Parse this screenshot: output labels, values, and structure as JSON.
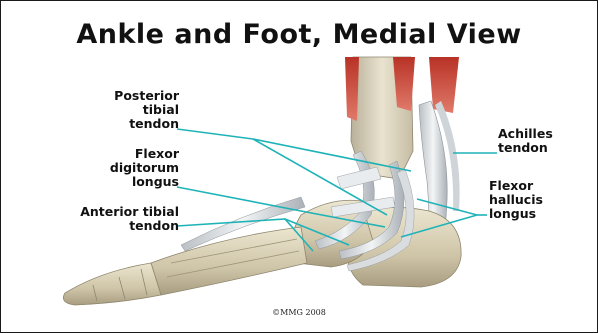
{
  "title": "Ankle and Foot, Medial View",
  "labels": {
    "posterior_tibial": [
      "Posterior",
      "tibial",
      "tendon"
    ],
    "flexor_digitorum": [
      "Flexor",
      "digitorum",
      "longus"
    ],
    "anterior_tibial": [
      "Anterior tibial",
      "tendon"
    ],
    "achilles": [
      "Achilles",
      "tendon"
    ],
    "flexor_hallucis": [
      "Flexor",
      "hallucis",
      "longus"
    ]
  },
  "copyright": "©MMG 2008",
  "colors": {
    "leader_line": "#1fb3b8",
    "bone": "#d6cdb2",
    "tendon": "#dfe3e6",
    "muscle": "#c33a2c"
  }
}
